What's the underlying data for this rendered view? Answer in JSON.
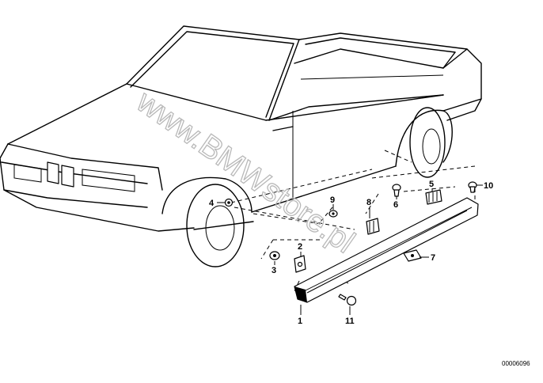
{
  "watermark": "www.BMWstore.pl",
  "drawing_code": "00006096",
  "callouts": {
    "c1": "1",
    "c2": "2",
    "c3": "3",
    "c4": "4",
    "c5": "5",
    "c6": "6",
    "c7": "7",
    "c8": "8",
    "c9": "9",
    "c10": "10",
    "c11": "11"
  }
}
